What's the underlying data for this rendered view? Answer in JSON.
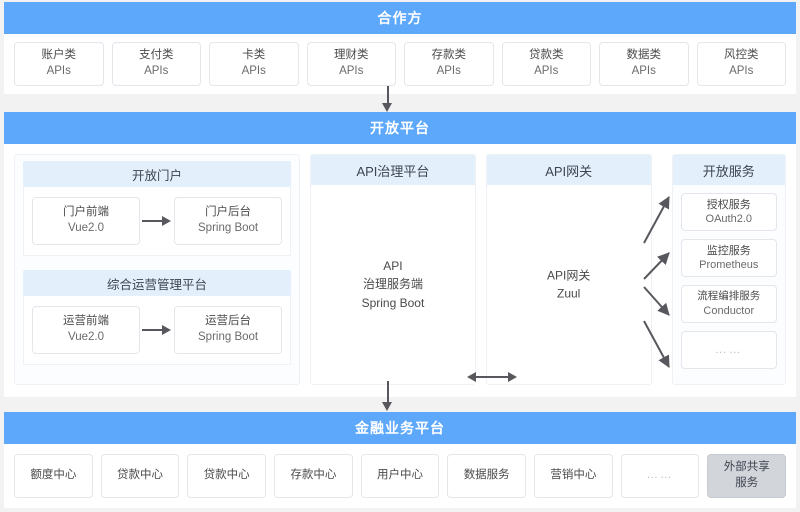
{
  "partners": {
    "title": "合作方",
    "apis": [
      {
        "l1": "账户类",
        "l2": "APIs"
      },
      {
        "l1": "支付类",
        "l2": "APIs"
      },
      {
        "l1": "卡类",
        "l2": "APIs"
      },
      {
        "l1": "理财类",
        "l2": "APIs"
      },
      {
        "l1": "存款类",
        "l2": "APIs"
      },
      {
        "l1": "贷款类",
        "l2": "APIs"
      },
      {
        "l1": "数据类",
        "l2": "APIs"
      },
      {
        "l1": "风控类",
        "l2": "APIs"
      }
    ]
  },
  "open_platform": {
    "title": "开放平台",
    "portal_column": {
      "header": "开放门户",
      "groups": [
        {
          "header": "开放门户",
          "nodes": [
            {
              "l1": "门户前端",
              "l2": "Vue2.0"
            },
            {
              "l1": "门户后台",
              "l2": "Spring Boot"
            }
          ]
        },
        {
          "header": "综合运营管理平台",
          "nodes": [
            {
              "l1": "运营前端",
              "l2": "Vue2.0"
            },
            {
              "l1": "运营后台",
              "l2": "Spring Boot"
            }
          ]
        }
      ]
    },
    "governance_column": {
      "header": "API治理平台",
      "body_lines": [
        "API",
        "治理服务端",
        "Spring Boot"
      ]
    },
    "gateway_column": {
      "header": "API网关",
      "body_lines": [
        "API网关",
        "Zuul"
      ]
    },
    "services_column": {
      "header": "开放服务",
      "items": [
        {
          "l1": "授权服务",
          "l2": "OAuth2.0"
        },
        {
          "l1": "监控服务",
          "l2": "Prometheus"
        },
        {
          "l1": "流程编排服务",
          "l2": "Conductor"
        },
        {
          "l1": "……",
          "l2": ""
        }
      ]
    }
  },
  "financial_platform": {
    "title": "金融业务平台",
    "centers": [
      {
        "label": "额度中心",
        "variant": "normal"
      },
      {
        "label": "贷款中心",
        "variant": "normal"
      },
      {
        "label": "贷款中心",
        "variant": "normal"
      },
      {
        "label": "存款中心",
        "variant": "normal"
      },
      {
        "label": "用户中心",
        "variant": "normal"
      },
      {
        "label": "数据服务",
        "variant": "normal"
      },
      {
        "label": "营销中心",
        "variant": "normal"
      },
      {
        "label": "……",
        "variant": "dots"
      },
      {
        "label": "外部共享\n服务",
        "variant": "ext",
        "l1": "外部共享",
        "l2": "服务"
      }
    ]
  },
  "colors": {
    "band_blue": "#5da8fb",
    "subheader_blue": "#e3f0fc",
    "page_bg": "#f2f2f3",
    "panel_bg": "#ffffff",
    "node_border": "#e3e6ea",
    "arrow": "#57575d",
    "external_gray": "#d2d5da"
  }
}
